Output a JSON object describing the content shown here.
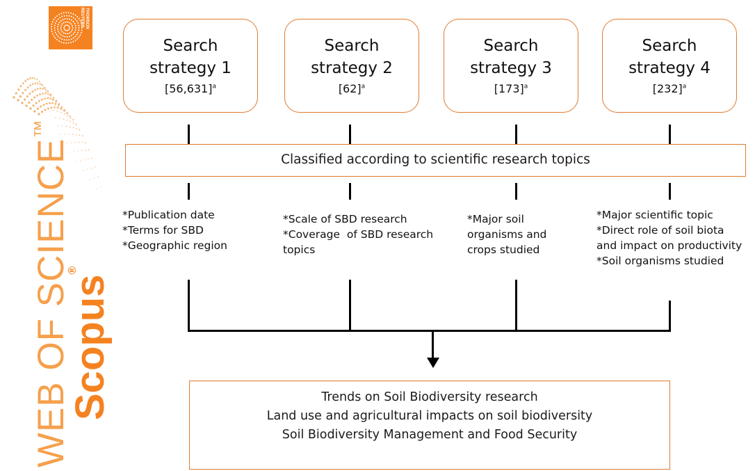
{
  "logos": {
    "thomson_reuters": "THOMSON REUTERS",
    "web_of_science": "WEB OF SCIENCE",
    "web_of_science_tm": "™",
    "scopus": "Scopus",
    "scopus_reg": "®"
  },
  "colors": {
    "accent_orange": "#e07a2e",
    "logo_orange": "#f58220",
    "line": "#000000"
  },
  "strategies": [
    {
      "title_line1": "Search",
      "title_line2": "strategy 1",
      "count": "[56,631]",
      "sup": "a"
    },
    {
      "title_line1": "Search",
      "title_line2": "strategy 2",
      "count": "[62]",
      "sup": "a"
    },
    {
      "title_line1": "Search",
      "title_line2": "strategy 3",
      "count": "[173]",
      "sup": "a"
    },
    {
      "title_line1": "Search",
      "title_line2": "strategy 4",
      "count": "[232]",
      "sup": "a"
    }
  ],
  "classified_label": "Classified according to scientific research topics",
  "topics": [
    {
      "lines": [
        "*Publication date",
        "*Terms for SBD",
        "*Geographic region"
      ]
    },
    {
      "lines": [
        "*Scale of SBD research",
        "*Coverage  of SBD research",
        "topics"
      ]
    },
    {
      "lines": [
        "*Major soil",
        "organisms and",
        "crops studied"
      ]
    },
    {
      "lines": [
        "*Major scientific topic",
        "*Direct role of soil biota",
        "and impact on productivity",
        "*Soil organisms studied"
      ]
    }
  ],
  "outputs": [
    "Trends on Soil Biodiversity research",
    "Land use and agricultural impacts on soil biodiversity",
    "Soil Biodiversity Management and Food Security"
  ]
}
